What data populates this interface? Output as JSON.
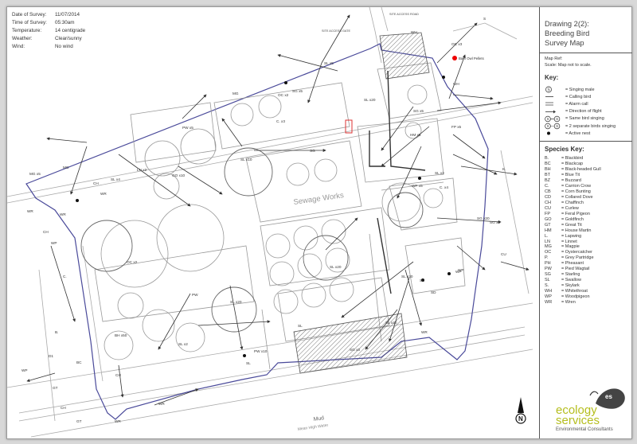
{
  "survey_info": [
    {
      "label": "Date of Survey:",
      "value": "11/07/2014"
    },
    {
      "label": "Time of Survey:",
      "value": "05:30am"
    },
    {
      "label": "Temperature:",
      "value": "14 centigrade"
    },
    {
      "label": "Weather:",
      "value": "Clear/sunny"
    },
    {
      "label": "Wind:",
      "value": "No wind"
    }
  ],
  "panel": {
    "title_line1": "Drawing 2(2):",
    "title_line2": "Breeding Bird",
    "title_line3": "Survey Map",
    "map_ref": "Map Ref:",
    "scale": "Scale: Map not to scale.",
    "key_heading": "Key:",
    "species_heading": "Species Key:"
  },
  "key_items": [
    {
      "symbol": "S",
      "label": "= Singing male"
    },
    {
      "symbol": "",
      "label": "= Calling bird"
    },
    {
      "symbol": "",
      "label": "= Alarm call"
    },
    {
      "symbol": "",
      "label": "= Direction of flight"
    },
    {
      "symbol": "S",
      "label": "= Same bird singing"
    },
    {
      "symbol": "S",
      "label": "= 2 separate birds singing"
    },
    {
      "symbol": "",
      "label": "= Active nest"
    }
  ],
  "species": [
    {
      "code": "B.",
      "name": "= Blackbird"
    },
    {
      "code": "BC",
      "name": "= Blackcap"
    },
    {
      "code": "BH",
      "name": "= Black-headed Gull"
    },
    {
      "code": "BT",
      "name": "= Blue Tit"
    },
    {
      "code": "BZ",
      "name": "= Buzzard"
    },
    {
      "code": "C.",
      "name": "= Carrion Crow"
    },
    {
      "code": "CB",
      "name": "= Corn Bunting"
    },
    {
      "code": "CD",
      "name": "= Collared Dove"
    },
    {
      "code": "CH",
      "name": "= Chaffinch"
    },
    {
      "code": "CU",
      "name": "= Curlew"
    },
    {
      "code": "FP",
      "name": "= Feral Pigeon"
    },
    {
      "code": "GO",
      "name": "= Goldfinch"
    },
    {
      "code": "GT",
      "name": "= Great Tit"
    },
    {
      "code": "HM",
      "name": "= House Martin"
    },
    {
      "code": "L.",
      "name": "= Lapwing"
    },
    {
      "code": "LN",
      "name": "= Linnet"
    },
    {
      "code": "MG",
      "name": "= Magpie"
    },
    {
      "code": "OC",
      "name": "= Oystercatcher"
    },
    {
      "code": "P.",
      "name": "= Grey Partridge"
    },
    {
      "code": "PH",
      "name": "= Pheasant"
    },
    {
      "code": "PW",
      "name": "= Pied Wagtail"
    },
    {
      "code": "SG",
      "name": "= Starling"
    },
    {
      "code": "SL",
      "name": "= Swallow"
    },
    {
      "code": "S.",
      "name": "= Skylark"
    },
    {
      "code": "WH",
      "name": "= Whitethroat"
    },
    {
      "code": "WP",
      "name": "= Woodpigeon"
    },
    {
      "code": "WR",
      "name": "= Wren"
    }
  ],
  "logo": {
    "line1": "ecology",
    "line2": "services",
    "tagline": "Environmental Consultants"
  },
  "map_labels": {
    "site_access_road": "SITE ACCESS ROAD",
    "site_access_gate": "SITE ACCESS GATE",
    "barn_owl_pellets": "Barn Owl Pellets",
    "sewage_works": "Sewage Works",
    "mud": "Mud",
    "mean_high_water": "Mean High Water",
    "north": "N"
  },
  "observations": [
    {
      "text": "S"
    },
    {
      "text": "WH"
    },
    {
      "text": "SL x5"
    },
    {
      "text": "OC x3"
    },
    {
      "text": "MG"
    },
    {
      "text": "WH"
    },
    {
      "text": "OC x2"
    },
    {
      "text": "SG x5"
    },
    {
      "text": "SG x5"
    },
    {
      "text": "SL x20"
    },
    {
      "text": "PW x5"
    },
    {
      "text": "C. x3"
    },
    {
      "text": "FP x5"
    },
    {
      "text": "HM x5"
    },
    {
      "text": "SG"
    },
    {
      "text": "SL x10"
    },
    {
      "text": "GO x10"
    },
    {
      "text": "LN x2"
    },
    {
      "text": "MG"
    },
    {
      "text": "MG x5"
    },
    {
      "text": "CH"
    },
    {
      "text": "WR"
    },
    {
      "text": "SL x4"
    },
    {
      "text": "WR"
    },
    {
      "text": "WR"
    },
    {
      "text": "WP x5"
    },
    {
      "text": "C. x4"
    },
    {
      "text": "SL x2"
    },
    {
      "text": "SG x20"
    },
    {
      "text": "SG x5"
    },
    {
      "text": "K."
    },
    {
      "text": "OC x2"
    },
    {
      "text": "SL x20"
    },
    {
      "text": "SL x20"
    },
    {
      "text": "CH"
    },
    {
      "text": "WP"
    },
    {
      "text": "C."
    },
    {
      "text": "CU"
    },
    {
      "text": "WP"
    },
    {
      "text": "BH x50"
    },
    {
      "text": "SL x2"
    },
    {
      "text": "PW"
    },
    {
      "text": "SL x20"
    },
    {
      "text": "CH"
    },
    {
      "text": "SL"
    },
    {
      "text": "SD"
    },
    {
      "text": "SL"
    },
    {
      "text": "WP"
    },
    {
      "text": "B."
    },
    {
      "text": "D1"
    },
    {
      "text": "BC"
    },
    {
      "text": "WP"
    },
    {
      "text": "GT"
    },
    {
      "text": "CH"
    },
    {
      "text": "GT"
    },
    {
      "text": "WR"
    },
    {
      "text": "WR"
    },
    {
      "text": "PW x10"
    },
    {
      "text": "SL"
    },
    {
      "text": "SG x3"
    },
    {
      "text": "SL x40"
    },
    {
      "text": "WR"
    }
  ]
}
